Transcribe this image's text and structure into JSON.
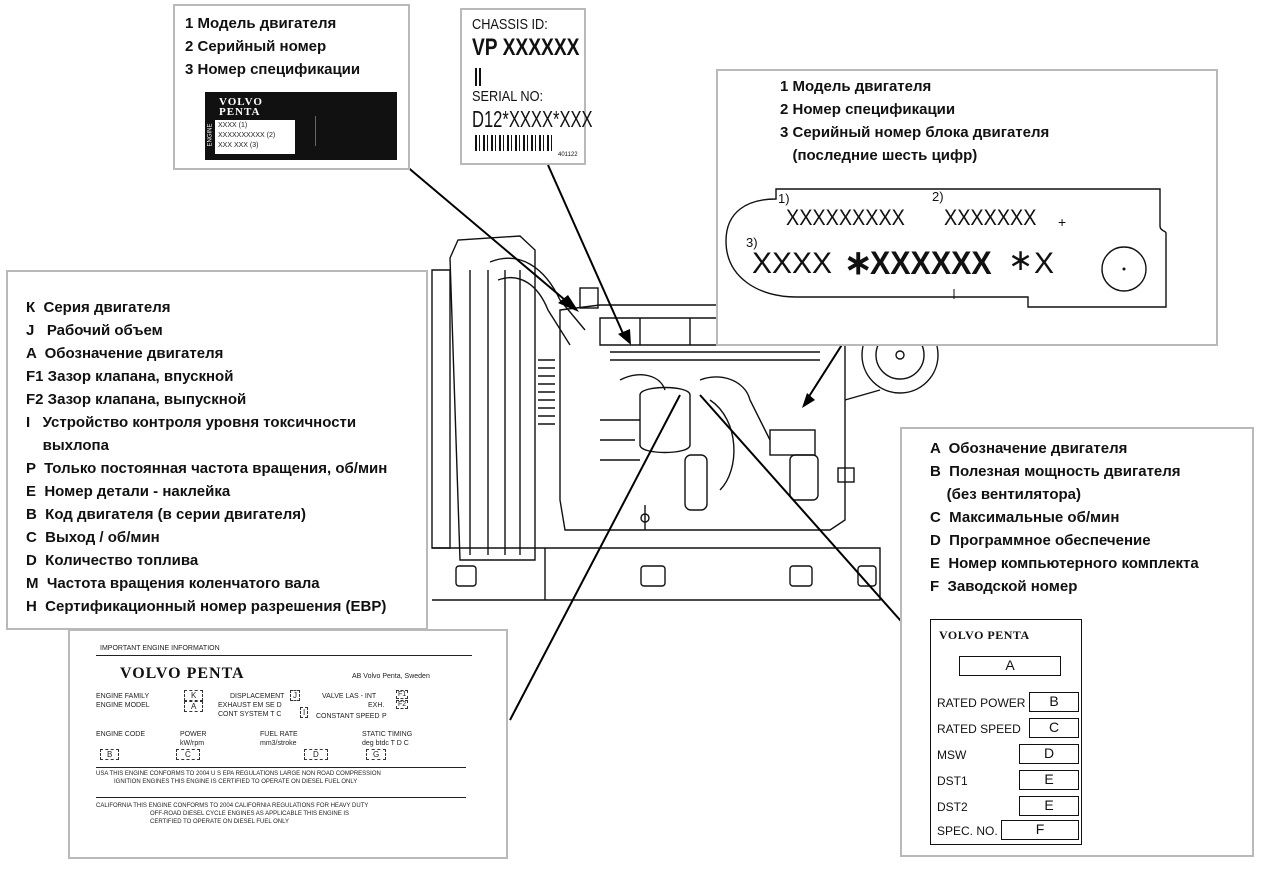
{
  "callout_model_serial": {
    "lines": [
      "1  Модель   двигателя",
      "2  Серийный номер",
      "3  Номер спецификации"
    ],
    "plate": {
      "brand_top": "VOLVO",
      "brand_bottom": "PENTA",
      "side_label": "ENGINE",
      "rows": [
        "XXXX (1)",
        "XXXXXXXXXX (2)",
        "XXX XXX (3)"
      ]
    }
  },
  "chassis_plate": {
    "chassis_label": "CHASSIS ID:",
    "chassis_value": "VP  XXXXXX",
    "serial_label": "SERIAL NO:",
    "serial_value": "D12*XXXX*XXX",
    "code": "401122"
  },
  "callout_block": {
    "lines": [
      "1  Модель   двигателя",
      "2  Номер спецификации",
      "3  Серийный номер блока двигателя",
      "   (последние шесть цифр)"
    ],
    "marks": [
      "1)",
      "2)",
      "3)"
    ],
    "row1_a": "XXXXXXXXX",
    "row1_b": "XXXXXXX",
    "row2_a": "XXXX",
    "row2_bold": "XXXXXX",
    "row2_b": "X"
  },
  "legend_left": {
    "lines": [
      "К  Серия двигателя",
      "J   Рабочий объем",
      "A  Обозначение двигателя",
      "F1 Зазор клапана, впускной",
      "F2 Зазор клапана, выпускной",
      "I   Устройство контроля уровня токсичности",
      "    выхлопа",
      "P  Только постоянная частота вращения, об/мин",
      "E  Номер детали - наклейка",
      "B  Код двигателя (в серии двигателя)",
      "C  Выход / об/мин",
      "D  Количество топлива",
      "M  Частота вращения коленчатого вала",
      "H  Сертификационный номер разрешения (EBP)"
    ]
  },
  "legend_right": {
    "lines": [
      "A  Обозначение двигателя",
      "B  Полезная мощность двигателя",
      "    (без вентилятора)",
      "C  Максимальные об/мин",
      "D  Программное обеспечение",
      "E  Номер компьютерного комплекта",
      "F  Заводской номер"
    ]
  },
  "emission_label": {
    "header": "IMPORTANT ENGINE INFORMATION",
    "brand": "VOLVO PENTA",
    "company": "AB Volvo Penta, Sweden",
    "engine_family": "ENGINE FAMILY",
    "engine_model": "ENGINE MODEL",
    "displacement": "DISPLACEMENT",
    "exhaust": "EXHAUST EM SE D",
    "control_system": "CONT SYSTEM T C",
    "valve_lash": "VALVE LAS - INT",
    "exh": "EXH.",
    "constant_speed": "CONSTANT SPEED",
    "field_K": "K",
    "field_A": "A",
    "field_I": "I",
    "field_J": "J",
    "field_F1": "F1",
    "field_F2": "F2",
    "field_P": "P",
    "engine_code": "ENGINE CODE",
    "power": "POWER",
    "power_unit": "kW/rpm",
    "fuel_rate": "FUEL RATE",
    "fuel_unit": "mm3/stroke",
    "static_timing": "STATIC TIMING",
    "timing_unit": "deg btdc T D C",
    "field_B": "B",
    "field_C": "C",
    "field_D": "D",
    "field_G": "G",
    "usa_text_1": "USA  THIS ENGINE CONFORMS TO 2004 U S EPA REGULATIONS LARGE NON ROAD COMPRESSION",
    "usa_text_2": "IGNITION ENGINES THIS ENGINE IS CERTIFIED TO OPERATE ON DIESEL FUEL ONLY",
    "ca_text_1": "CALIFORNIA  THIS ENGINE CONFORMS TO 2004 CALIFORNIA REGULATIONS FOR HEAVY DUTY",
    "ca_text_2": "OFF-ROAD DIESEL CYCLE ENGINES AS APPLICABLE  THIS ENGINE IS",
    "ca_text_3": "CERTIFIED TO OPERATE ON DIESEL FUEL ONLY"
  },
  "rating_plate": {
    "brand": "VOLVO PENTA",
    "field_A": "A",
    "rated_power": "RATED POWER",
    "field_B": "B",
    "rated_speed": "RATED SPEED",
    "field_C": "C",
    "msw": "MSW",
    "field_D": "D",
    "dst1": "DST1",
    "dst2": "DST2",
    "field_E": "E",
    "spec_no": "SPEC. NO.",
    "field_F": "F"
  }
}
